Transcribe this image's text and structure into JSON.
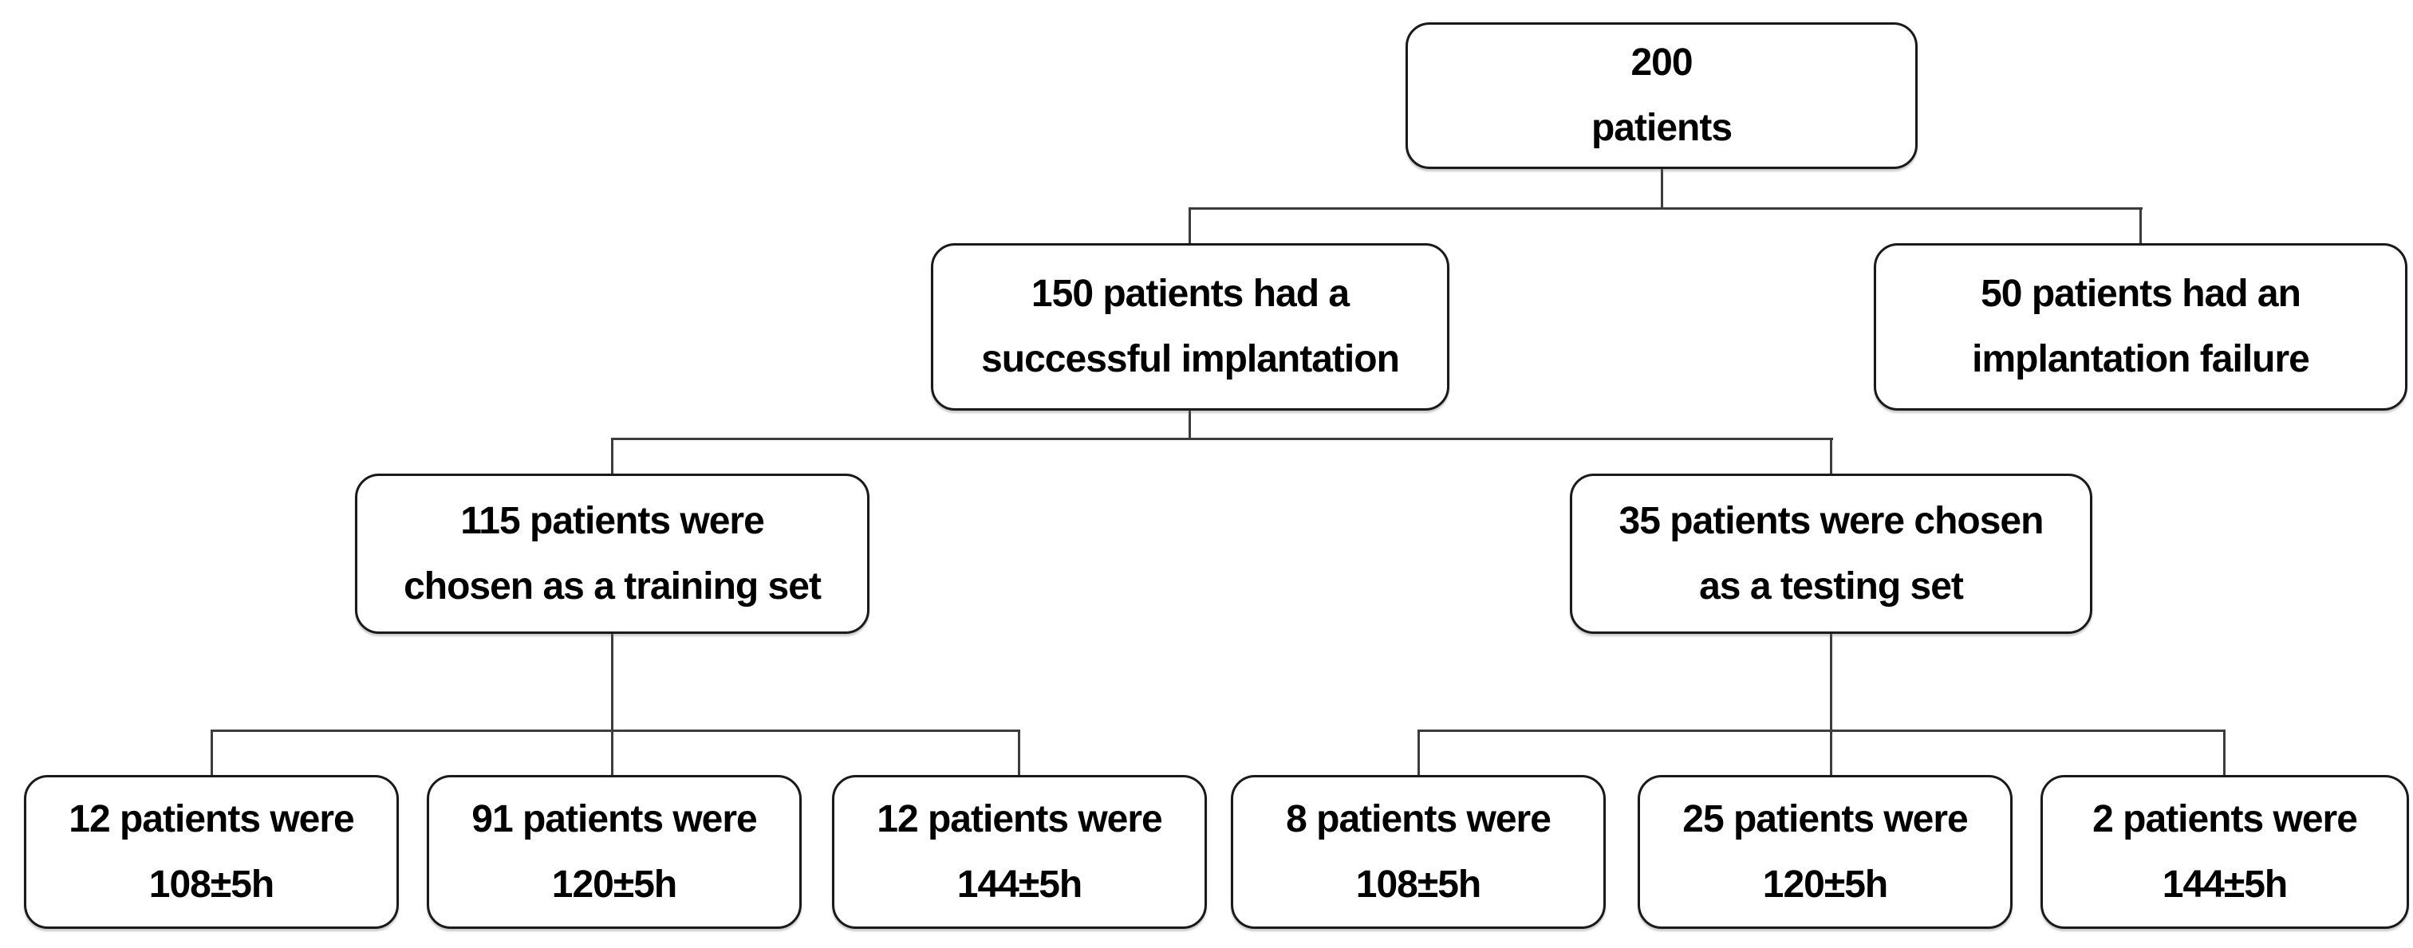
{
  "diagram": {
    "type": "flowchart",
    "nodes": {
      "total": {
        "line1": "200",
        "line2": "patients"
      },
      "success": {
        "line1": "150 patients had a",
        "line2": "successful implantation"
      },
      "failure": {
        "line1": "50 patients had an",
        "line2": "implantation failure"
      },
      "training": {
        "line1": "115 patients were",
        "line2": "chosen as a training set"
      },
      "testing": {
        "line1": "35 patients were chosen",
        "line2": "as a testing set"
      },
      "train_108": {
        "line1": "12 patients were",
        "line2": "108±5h"
      },
      "train_120": {
        "line1": "91 patients were",
        "line2": "120±5h"
      },
      "train_144": {
        "line1": "12 patients were",
        "line2": "144±5h"
      },
      "test_108": {
        "line1": "8 patients were",
        "line2": "108±5h"
      },
      "test_120": {
        "line1": "25 patients were",
        "line2": "120±5h"
      },
      "test_144": {
        "line1": "2 patients were",
        "line2": "144±5h"
      }
    },
    "edges": [
      {
        "from": "total",
        "to": "success"
      },
      {
        "from": "total",
        "to": "failure"
      },
      {
        "from": "success",
        "to": "training"
      },
      {
        "from": "success",
        "to": "testing"
      },
      {
        "from": "training",
        "to": "train_108"
      },
      {
        "from": "training",
        "to": "train_120"
      },
      {
        "from": "training",
        "to": "train_144"
      },
      {
        "from": "testing",
        "to": "test_108"
      },
      {
        "from": "testing",
        "to": "test_120"
      },
      {
        "from": "testing",
        "to": "test_144"
      }
    ]
  },
  "style": {
    "background": "#ffffff",
    "border_color": "#1a1a1a",
    "line_color": "#3d3d3d",
    "text_color": "#000000"
  }
}
